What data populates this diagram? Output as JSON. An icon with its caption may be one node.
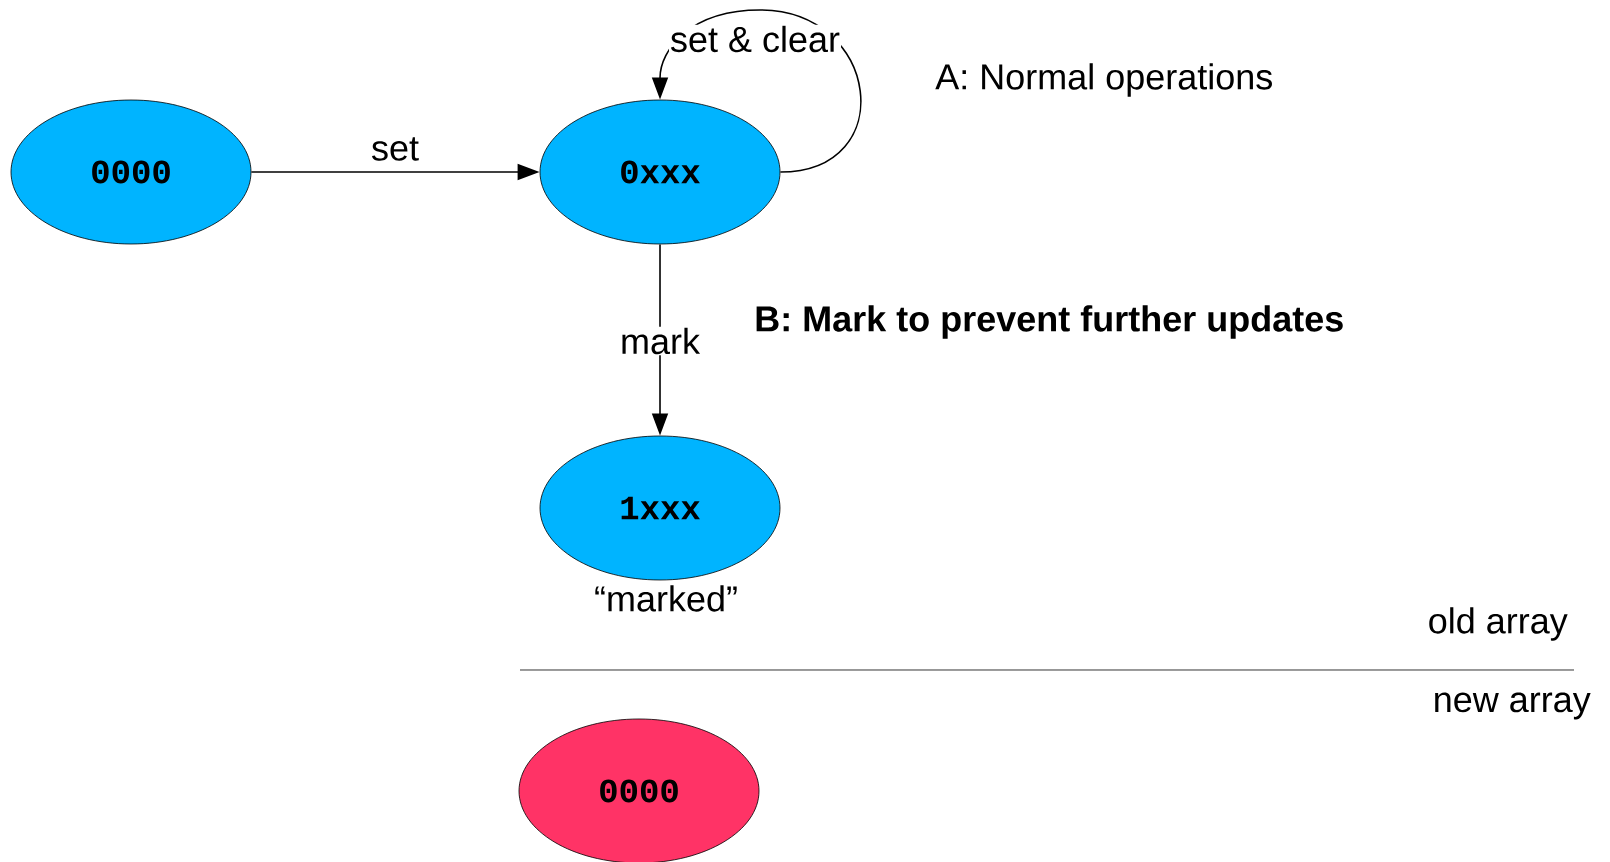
{
  "diagram": {
    "nodes": [
      {
        "text": [
          "0000"
        ]
      },
      {
        "text": [
          "0xxx"
        ]
      },
      {
        "text": [
          "1xxx"
        ],
        "beside": [
          "“marked”"
        ]
      },
      {
        "text": [
          "0000"
        ]
      }
    ],
    "edges": [
      {
        "from": 0,
        "to": 1,
        "arrow": "to",
        "label": "set"
      },
      {
        "from": 1,
        "to": 1,
        "arrow": "to",
        "label": "set & clear"
      },
      {
        "from": 1,
        "to": 2,
        "arrow": "to",
        "label": "mark"
      }
    ],
    "labels": [
      "A: Normal operations",
      "B: Mark to prevent further updates",
      "old array",
      "new array"
    ]
  }
}
